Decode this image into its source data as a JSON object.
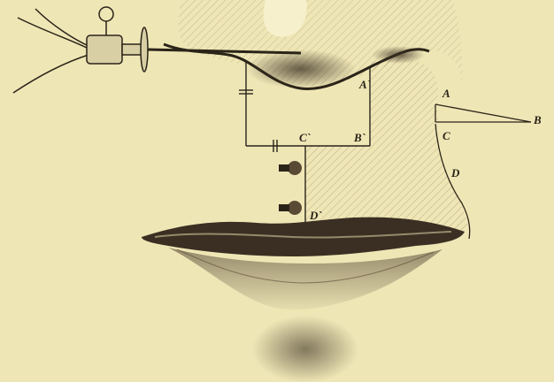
{
  "figure": {
    "paper_color": "#efe6b6",
    "ink_color": "#2a2418",
    "shade_color": "#5a4a35",
    "labels": {
      "a_prime": "A`",
      "b_prime": "B`",
      "c_prime": "C`",
      "d_prime": "D`",
      "a": "A",
      "b": "B",
      "c": "C",
      "d": "D"
    }
  }
}
